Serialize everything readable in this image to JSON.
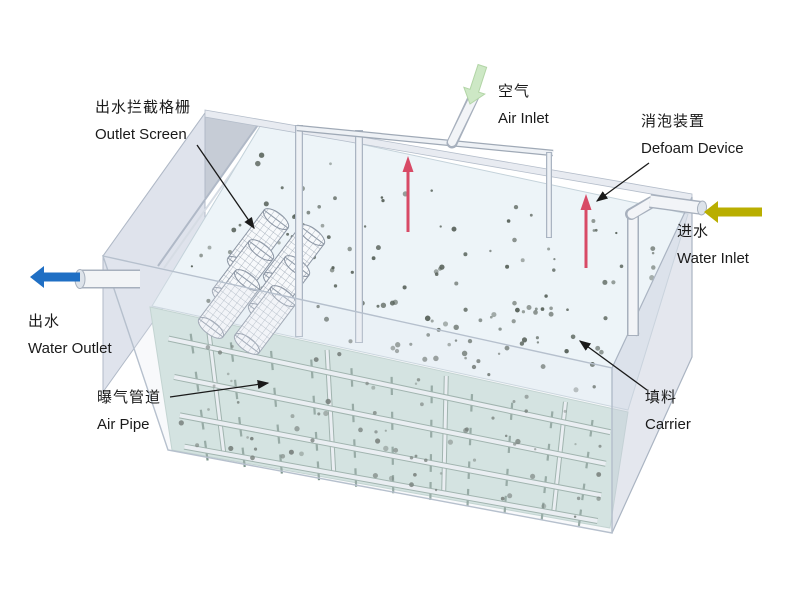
{
  "labels": {
    "outlet_screen": {
      "zh": "出水拦截格栅",
      "en": "Outlet Screen"
    },
    "air_inlet": {
      "zh": "空气",
      "en": "Air Inlet"
    },
    "defoam_device": {
      "zh": "消泡装置",
      "en": "Defoam Device"
    },
    "water_inlet": {
      "zh": "进水",
      "en": "Water Inlet"
    },
    "water_outlet": {
      "zh": "出水",
      "en": "Water Outlet"
    },
    "air_pipe": {
      "zh": "曝气管道",
      "en": "Air Pipe"
    },
    "carrier": {
      "zh": "填料",
      "en": "Carrier"
    }
  },
  "colors": {
    "water_outlet_arrow": "#1f6fc4",
    "water_inlet_arrow": "#b9ae00",
    "air_inlet_arrow": "#cde8c5",
    "defoam_device": "#d84a66",
    "label_arrow": "#1a1a1a",
    "tank_wall": "#dfe3ec",
    "tank_wall_dark": "#c6ccd6",
    "water_surface": "#edf4f8",
    "tank_floor": "#cfe2dc",
    "carrier_dot": "#566058",
    "pipe_dark": "#8ba39a",
    "pipe_light": "#ecf1f3",
    "pipe_stub": "#7f978e"
  },
  "carriers": {
    "surface_count": 150,
    "floor_count": 70
  }
}
